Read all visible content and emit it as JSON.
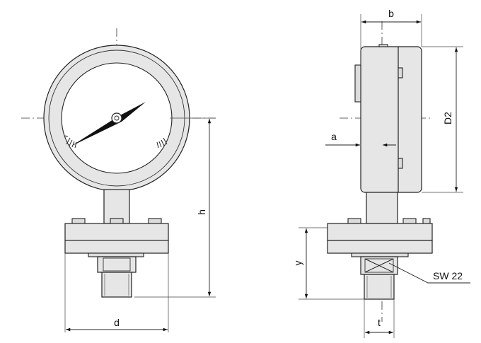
{
  "labels": {
    "b": "b",
    "D2": "D2",
    "a": "a",
    "h": "h",
    "d": "d",
    "y": "y",
    "t": "t",
    "sw": "SW 22"
  }
}
